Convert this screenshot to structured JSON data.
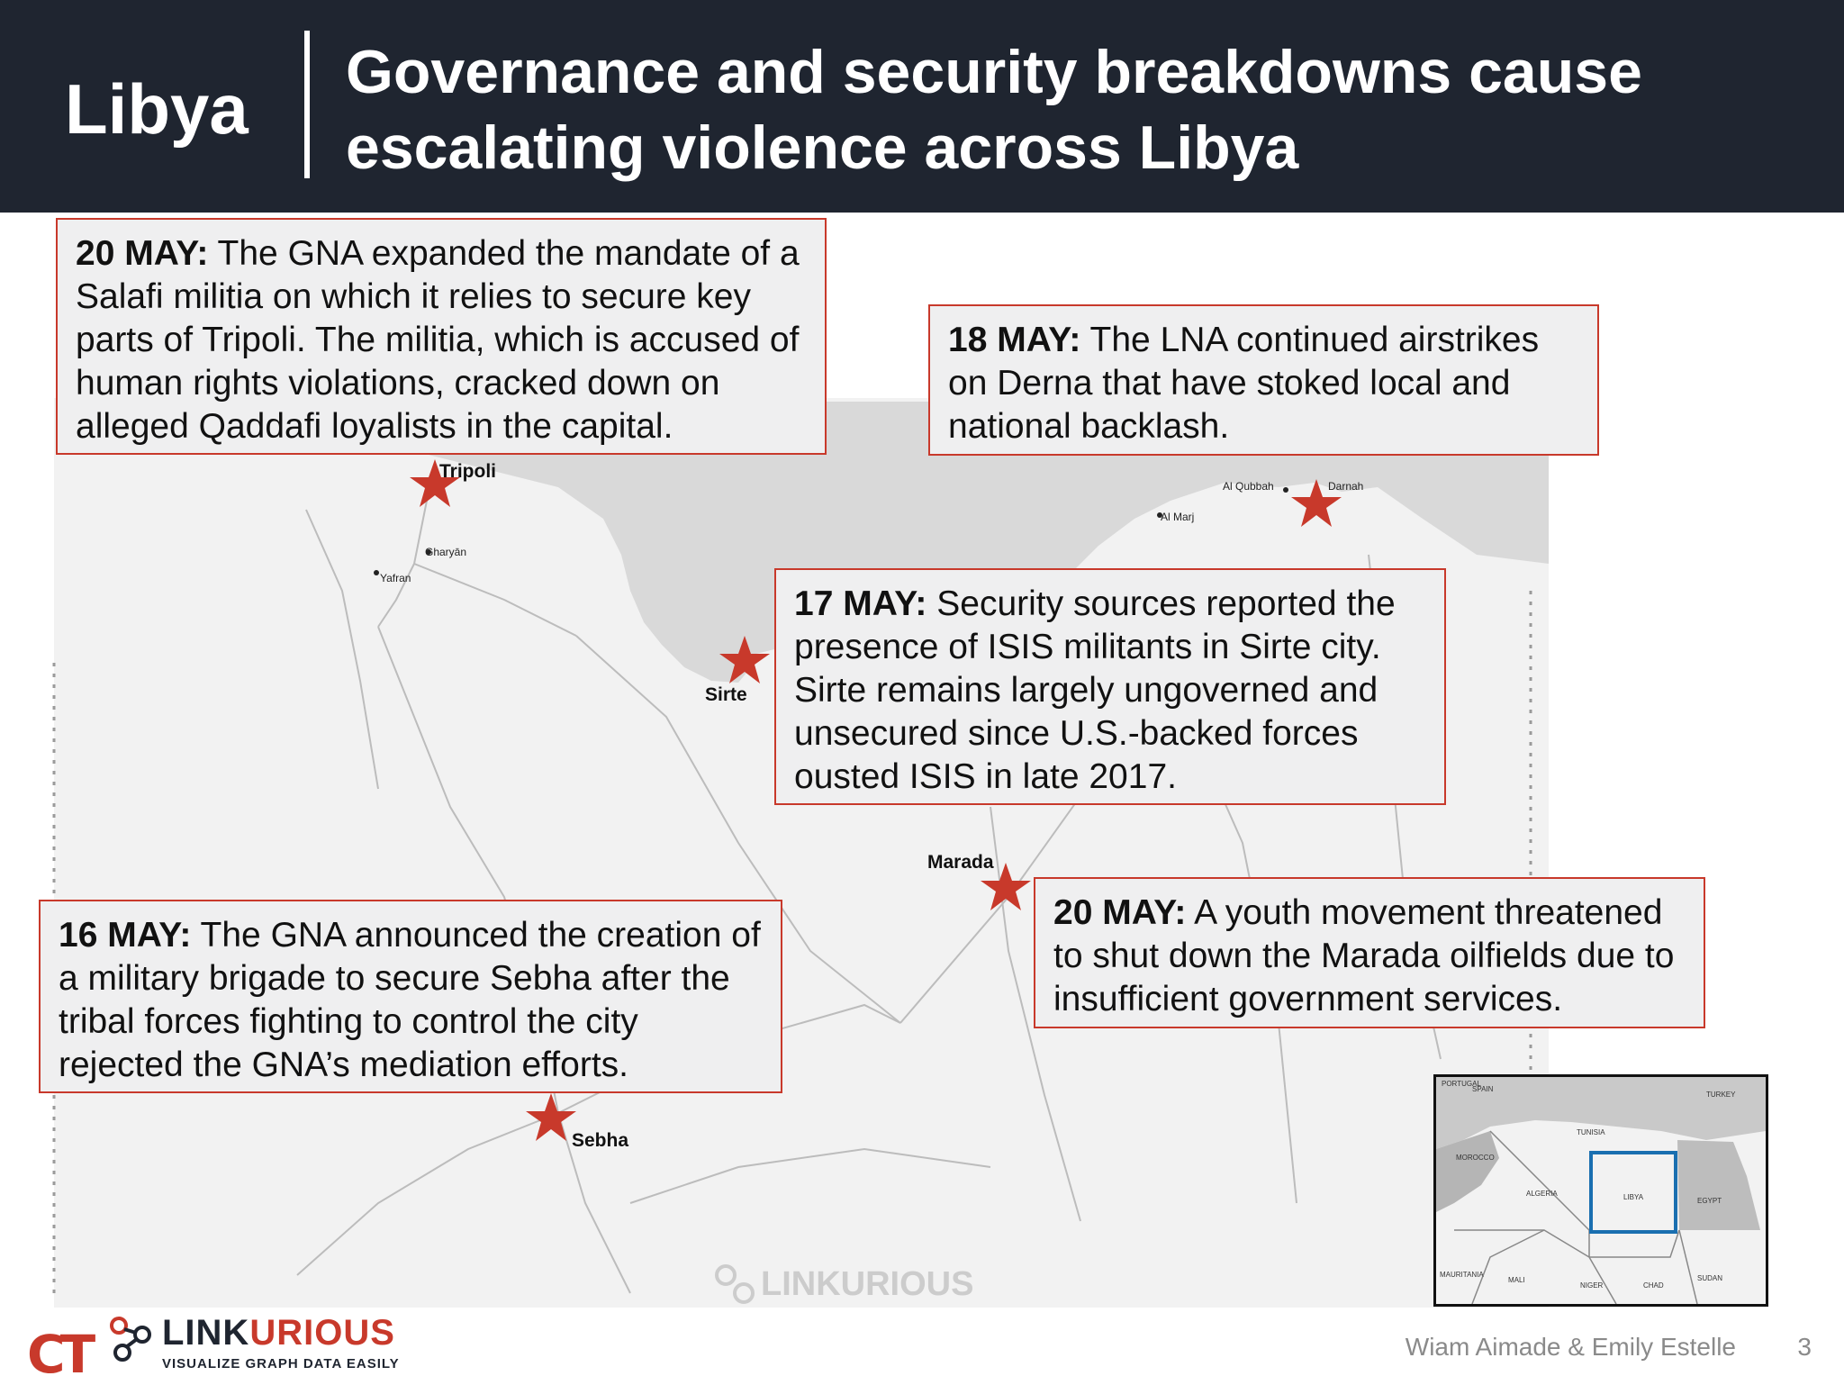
{
  "header": {
    "country": "Libya",
    "title": "Governance and security breakdowns cause escalating violence across Libya"
  },
  "callouts": [
    {
      "date": "20 MAY:",
      "text": " The GNA expanded the mandate of a Salafi militia on which it relies to secure key parts of Tripoli. The militia, which is accused of human rights violations, cracked down on alleged Qaddafi loyalists in the capital."
    },
    {
      "date": "18 MAY:",
      "text": " The LNA continued airstrikes on Derna that have stoked local and national backlash."
    },
    {
      "date": "17 MAY:",
      "text": " Security sources reported the presence of ISIS militants in Sirte city. Sirte remains largely ungoverned and unsecured since U.S.-backed forces ousted ISIS in late 2017."
    },
    {
      "date": "20 MAY:",
      "text": " A youth movement threatened to shut down the Marada oilfields due to insufficient government services."
    },
    {
      "date": "16 MAY:",
      "text": " The GNA announced the creation of a military brigade to secure Sebha after the tribal forces fighting to control the city rejected the GNA’s mediation efforts."
    }
  ],
  "map": {
    "cities": {
      "tripoli": "Tripoli",
      "sirte": "Sirte",
      "marada": "Marada",
      "sebha": "Sebha",
      "gharyan": "Gharyān",
      "yafran": "Yafran",
      "al_qubbah": "Al Qubbah",
      "darnah": "Darnah",
      "al_marj": "Al Marj"
    },
    "marker_color": "#c8392b",
    "sea_color": "#d8d8d8",
    "watermark": "LINKURIOUS",
    "inset_labels": {
      "algeria": "ALGERIA",
      "libya": "LIBYA",
      "egypt": "EGYPT",
      "morocco": "MOROCCO",
      "tunisia": "TUNISIA",
      "mauritania": "MAURITANIA",
      "mali": "MALI",
      "niger": "NIGER",
      "chad": "CHAD",
      "sudan": "SUDAN",
      "turkey": "TURKEY",
      "spain": "SPAIN",
      "portugal": "PORTUGAL"
    }
  },
  "footer": {
    "authors": "Wiam Aimade & Emily Estelle",
    "page": "3",
    "logo_ct": "CT",
    "logo_name_a": "LINK",
    "logo_name_b": "URIOUS",
    "logo_tag": "VISUALIZE GRAPH DATA EASILY"
  }
}
